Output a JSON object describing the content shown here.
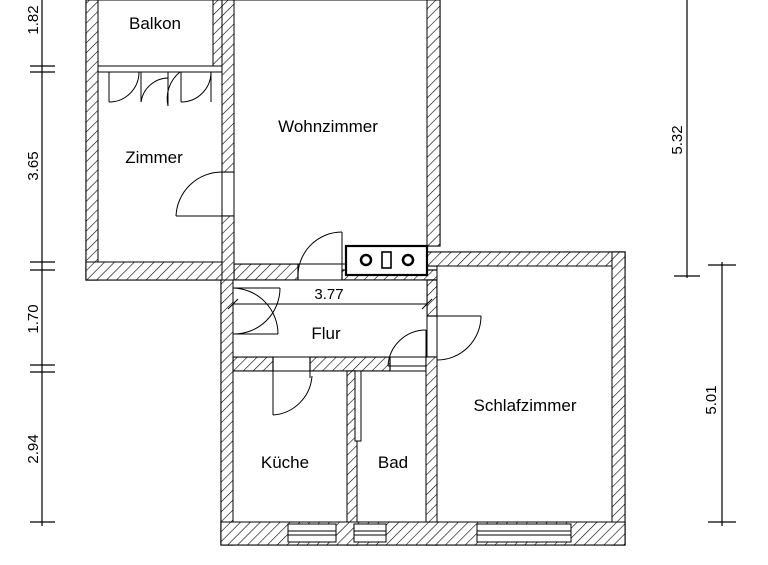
{
  "rooms": {
    "balkon": "Balkon",
    "zimmer": "Zimmer",
    "wohnzimmer": "Wohnzimmer",
    "flur": "Flur",
    "kueche": "Küche",
    "bad": "Bad",
    "schlafzimmer": "Schlafzimmer"
  },
  "dimensions": {
    "left_1": "1.82",
    "left_2": "3.65",
    "left_3": "1.70",
    "left_4": "2.94",
    "flur_width": "3.77",
    "right_upper": "5.32",
    "right_lower": "5.01"
  },
  "icons": {
    "stove": "stove-icon"
  }
}
